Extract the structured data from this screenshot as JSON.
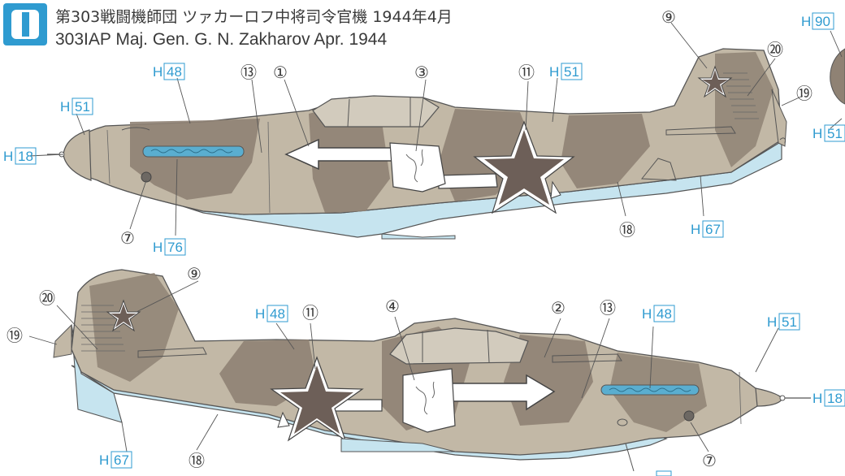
{
  "header": {
    "marker": "1",
    "title_jp": "第303戦闘機師団 ツァカーロフ中将司令官機 1944年4月",
    "title_en": "303IAP Maj. Gen. G. N. Zakharov Apr. 1944"
  },
  "colors": {
    "base_tan": "#c2b8a6",
    "camo_brown": "#8f8274",
    "belly_blue": "#c6e4ef",
    "exhaust_blue": "#5aaed0",
    "star_red": "#6d5f58",
    "label_blue": "#2f9bd0",
    "ink": "#3a3a3a"
  },
  "top_view_labels": {
    "h90": {
      "prefix": "H",
      "code": "90"
    },
    "h48": {
      "prefix": "H",
      "code": "48"
    },
    "h51a": {
      "prefix": "H",
      "code": "51"
    },
    "h51b": {
      "prefix": "H",
      "code": "51"
    },
    "h51c": {
      "prefix": "H",
      "code": "51"
    },
    "h18": {
      "prefix": "H",
      "code": "18"
    },
    "h76": {
      "prefix": "H",
      "code": "76"
    },
    "h67": {
      "prefix": "H",
      "code": "67"
    },
    "c13": "⑬",
    "c1": "①",
    "c3": "③",
    "c11": "⑪",
    "c9": "⑨",
    "c20": "⑳",
    "c19": "⑲",
    "c7": "⑦",
    "c18": "⑱"
  },
  "bottom_view_labels": {
    "h48a": {
      "prefix": "H",
      "code": "48"
    },
    "h48b": {
      "prefix": "H",
      "code": "48"
    },
    "h51": {
      "prefix": "H",
      "code": "51"
    },
    "h18": {
      "prefix": "H",
      "code": "18"
    },
    "h67": {
      "prefix": "H",
      "code": "67"
    },
    "c9": "⑨",
    "c20": "⑳",
    "c19": "⑲",
    "c11": "⑪",
    "c4": "④",
    "c2": "②",
    "c13": "⑬",
    "c18": "⑱",
    "c7": "⑦"
  }
}
